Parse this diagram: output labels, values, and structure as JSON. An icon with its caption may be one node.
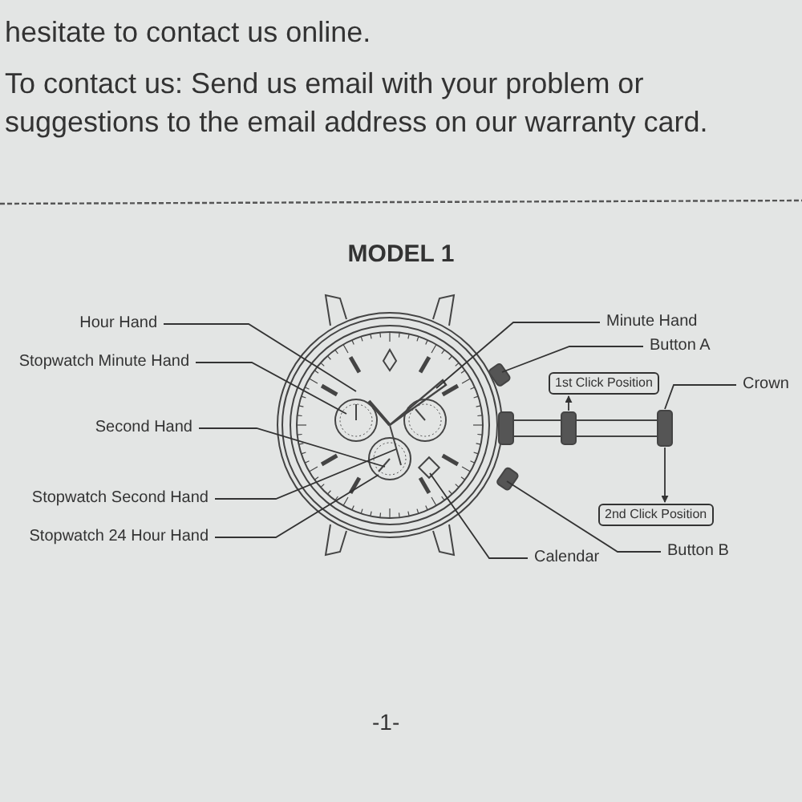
{
  "diagram": {
    "title": "MODEL 1",
    "nodes": [
      {
        "text": [
          "Hour Hand"
        ]
      },
      {
        "text": [
          "Stopwatch Minute Hand"
        ]
      },
      {
        "text": [
          "Minute Hand"
        ]
      },
      {
        "text": [
          "Button A"
        ]
      },
      {
        "text": [
          "1st Click Position"
        ]
      },
      {
        "text": [
          "Crown"
        ]
      },
      {
        "text": [
          "Second Hand"
        ]
      },
      {
        "text": [
          "Stopwatch Second Hand"
        ]
      },
      {
        "text": [
          "2nd Click Position"
        ]
      },
      {
        "text": [
          "Stopwatch 24 Hour Hand"
        ]
      },
      {
        "text": [
          "Button B"
        ]
      },
      {
        "text": [
          "Calendar"
        ]
      },
      {
        "text": [],
        "shape": "cylinder"
      },
      {
        "text": [],
        "shape": "cylinder"
      }
    ],
    "edges": [
      {
        "from": 0,
        "to": null,
        "arrow": "none"
      },
      {
        "from": 1,
        "to": null,
        "arrow": "none"
      },
      {
        "from": 2,
        "to": null,
        "arrow": "none"
      },
      {
        "from": 3,
        "to": null,
        "arrow": "none"
      },
      {
        "from": 12,
        "to": 4,
        "arrow": "to"
      },
      {
        "from": 5,
        "to": 13,
        "arrow": "none"
      },
      {
        "from": 6,
        "to": null,
        "arrow": "none"
      },
      {
        "from": 7,
        "to": null,
        "arrow": "none"
      },
      {
        "from": 13,
        "to": 8,
        "arrow": "to"
      },
      {
        "from": 9,
        "to": null,
        "arrow": "none"
      },
      {
        "from": 10,
        "to": null,
        "arrow": "none"
      },
      {
        "from": 11,
        "to": null,
        "arrow": "none"
      }
    ],
    "labels": [
      "hesitate to contact us online.",
      "To contact us: Send us email with your problem or suggestions to the email address on our warranty card.",
      "-1-"
    ]
  }
}
